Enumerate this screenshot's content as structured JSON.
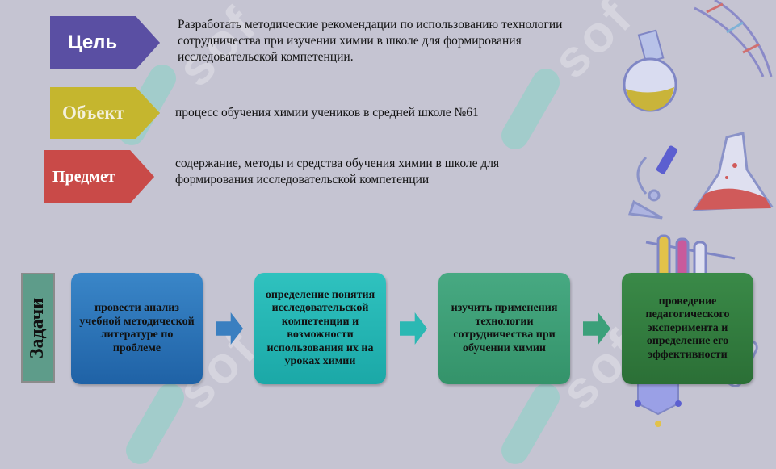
{
  "goal": {
    "label": "Цель",
    "text": "Разработать методические рекомендации по использованию технологии сотрудничества при изучении химии в школе для формирования исследовательской компетенции."
  },
  "object": {
    "label": "Объект",
    "text": "процесс обучения химии учеников в средней школе №61"
  },
  "subject": {
    "label": "Предмет",
    "text": "содержание, методы и средства обучения химии в школе для формирования исследовательской компетенции"
  },
  "tasks": {
    "label": "Задачи",
    "items": [
      "провести анализ учебной методической литературе по проблеме",
      "определение понятия исследовательской компетенции и возможности использования их на уроках химии",
      "изучить применения технологии сотрудничества при обучении химии",
      "проведение педагогического эксперимента и определение его эффективности"
    ]
  },
  "watermark": "sof",
  "colors": {
    "background": "#c5c4d2",
    "goal": "#5a4fa3",
    "object": "#c5b62e",
    "subject": "#c94a48",
    "task1": "#2a6fb0",
    "task2": "#22b5b3",
    "task3": "#3b9e72",
    "task4": "#2f7a3c"
  }
}
